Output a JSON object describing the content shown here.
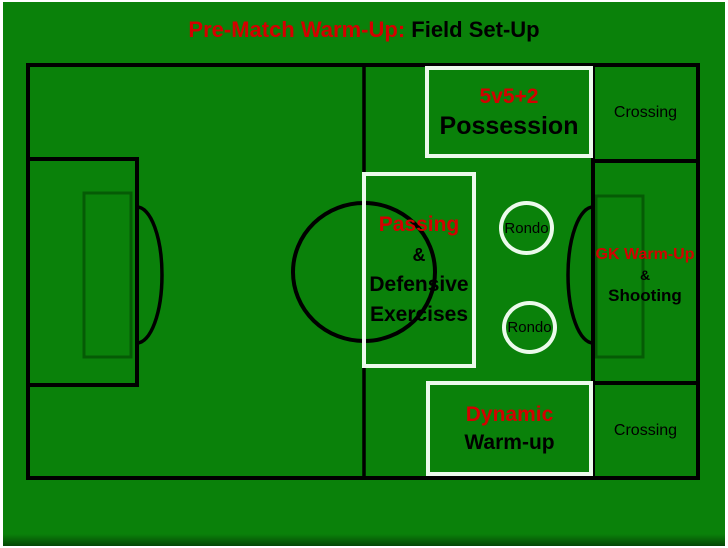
{
  "title": {
    "highlight": "Pre-Match Warm-Up:",
    "rest": " Field Set-Up"
  },
  "colors": {
    "field_green": "#0a810a",
    "line_black": "#000000",
    "accent_red": "#d40000",
    "box_border_white": "#ecfaec"
  },
  "zones": {
    "possession": {
      "heading": "5v5+2",
      "label": "Possession"
    },
    "crossing_top": {
      "label": "Crossing"
    },
    "passing": {
      "heading": "Passing",
      "amp": "&",
      "line2": "Defensive",
      "line3": "Exercises"
    },
    "rondo_top": {
      "label": "Rondo"
    },
    "rondo_bottom": {
      "label": "Rondo"
    },
    "gk": {
      "heading": "GK Warm-Up",
      "amp": "&",
      "label": "Shooting"
    },
    "dynamic": {
      "heading": "Dynamic",
      "label": "Warm-up"
    },
    "crossing_bottom": {
      "label": "Crossing"
    }
  }
}
